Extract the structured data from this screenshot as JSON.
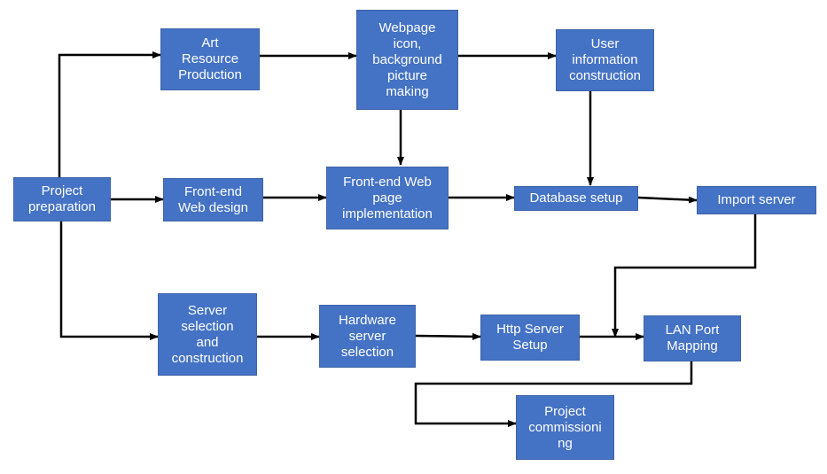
{
  "diagram": {
    "type": "flowchart",
    "colors": {
      "node_fill": "#4472c4",
      "node_text": "#ffffff",
      "edge": "#000000"
    },
    "nodes": {
      "project_preparation": "Project\npreparation",
      "art_resource_production": "Art\nResource\nProduction",
      "webpage_icon_making": "Webpage\nicon,\nbackground\npicture\nmaking",
      "user_information_construction": "User\ninformation\nconstruction",
      "frontend_web_design": "Front-end\nWeb design",
      "frontend_page_implementation": "Front-end Web\npage\nimplementation",
      "database_setup": "Database setup",
      "import_server": "Import server",
      "server_selection_construction": "Server\nselection\nand\nconstruction",
      "hardware_server_selection": "Hardware\nserver\nselection",
      "http_server_setup": "Http Server\nSetup",
      "lan_port_mapping": "LAN Port\nMapping",
      "project_commissioning": "Project\ncommissioni\nng"
    },
    "edges": [
      [
        "project_preparation",
        "art_resource_production"
      ],
      [
        "project_preparation",
        "frontend_web_design"
      ],
      [
        "project_preparation",
        "server_selection_construction"
      ],
      [
        "art_resource_production",
        "webpage_icon_making"
      ],
      [
        "webpage_icon_making",
        "user_information_construction"
      ],
      [
        "webpage_icon_making",
        "frontend_page_implementation"
      ],
      [
        "frontend_web_design",
        "frontend_page_implementation"
      ],
      [
        "frontend_page_implementation",
        "database_setup"
      ],
      [
        "user_information_construction",
        "database_setup"
      ],
      [
        "database_setup",
        "import_server"
      ],
      [
        "import_server",
        "lan_port_mapping"
      ],
      [
        "server_selection_construction",
        "hardware_server_selection"
      ],
      [
        "hardware_server_selection",
        "http_server_setup"
      ],
      [
        "http_server_setup",
        "lan_port_mapping"
      ],
      [
        "lan_port_mapping",
        "project_commissioning"
      ]
    ]
  }
}
